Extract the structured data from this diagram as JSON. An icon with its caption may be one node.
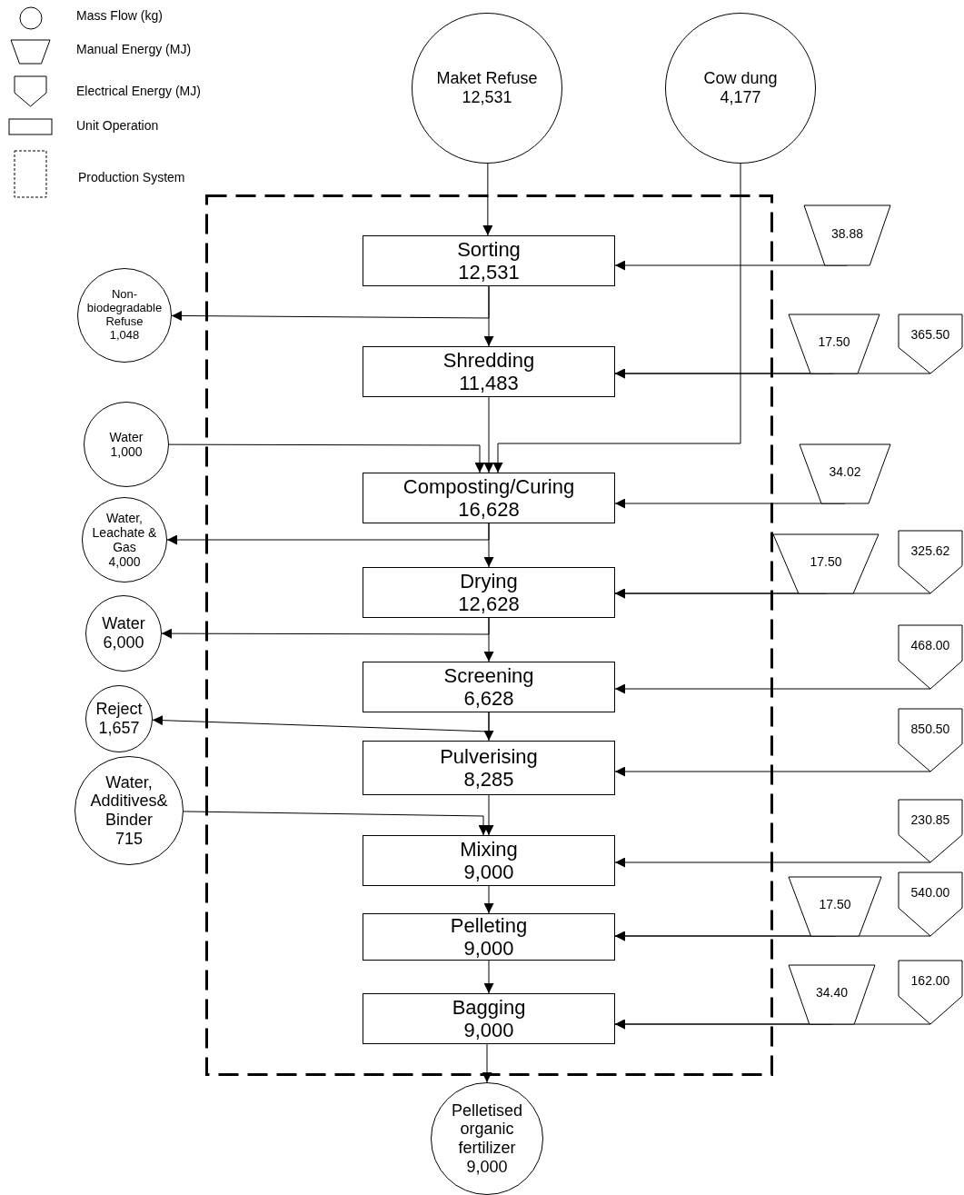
{
  "diagram": {
    "nodes": [
      {
        "text": [
          "Maket Refuse",
          "12,531"
        ]
      },
      {
        "text": [
          "Cow dung",
          "4,177"
        ]
      },
      {
        "text": [],
        "shape": "box"
      },
      {
        "text": [
          "Sorting",
          "12,531"
        ],
        "in": 2
      },
      {
        "text": [
          "Shredding",
          "11,483"
        ],
        "in": 2
      },
      {
        "text": [
          "Composting/Curing",
          "16,628"
        ],
        "in": 2
      },
      {
        "text": [
          "Drying",
          "12,628"
        ],
        "in": 2
      },
      {
        "text": [
          "Screening",
          "6,628"
        ],
        "in": 2
      },
      {
        "text": [
          "Pulverising",
          "8,285"
        ],
        "in": 2
      },
      {
        "text": [
          "Mixing",
          "9,000"
        ],
        "in": 2
      },
      {
        "text": [
          "Pelleting",
          "9,000"
        ],
        "in": 2
      },
      {
        "text": [
          "Bagging",
          "9,000"
        ],
        "in": 2
      },
      {
        "text": [
          "Non-biodegradable Refuse",
          "1,048"
        ]
      },
      {
        "text": [
          "Water",
          "1,000"
        ]
      },
      {
        "text": [
          "Water, Leachate & Gas",
          "4,000"
        ]
      },
      {
        "text": [
          "Water",
          "6,000"
        ]
      },
      {
        "text": [
          "Reject",
          "1,657"
        ]
      },
      {
        "text": [
          "Water, Additives& Binder",
          "715"
        ]
      },
      {
        "text": [
          "Pelletised organic fertilizer",
          "9,000"
        ]
      },
      {
        "text": [
          "38.88"
        ]
      },
      {
        "text": [
          "17.50"
        ]
      },
      {
        "text": [
          "365.50"
        ]
      },
      {
        "text": [
          "34.02"
        ]
      },
      {
        "text": [
          "17.50"
        ]
      },
      {
        "text": [
          "325.62"
        ]
      },
      {
        "text": [
          "468.00"
        ]
      },
      {
        "text": [
          "850.50"
        ]
      },
      {
        "text": [
          "230.85"
        ]
      },
      {
        "text": [
          "17.50"
        ]
      },
      {
        "text": [
          "540.00"
        ]
      },
      {
        "text": [
          "34.40"
        ]
      },
      {
        "text": [
          "162.00"
        ]
      }
    ],
    "edges": [
      {
        "from": 0,
        "to": 3,
        "arrow": "to"
      },
      {
        "from": 3,
        "to": 4,
        "arrow": "to"
      },
      {
        "from": 3,
        "to": 12,
        "arrow": "to"
      },
      {
        "from": 4,
        "to": 5,
        "arrow": "to"
      },
      {
        "from": 1,
        "to": 5,
        "arrow": "to"
      },
      {
        "from": 13,
        "to": 5,
        "arrow": "to"
      },
      {
        "from": 5,
        "to": 6,
        "arrow": "to"
      },
      {
        "from": 5,
        "to": 14,
        "arrow": "to"
      },
      {
        "from": 6,
        "to": 7,
        "arrow": "to"
      },
      {
        "from": 6,
        "to": 15,
        "arrow": "to"
      },
      {
        "from": 7,
        "to": 8,
        "arrow": "to"
      },
      {
        "from": 7,
        "to": 16,
        "arrow": "to"
      },
      {
        "from": 8,
        "to": 9,
        "arrow": "to"
      },
      {
        "from": 17,
        "to": 9,
        "arrow": "to"
      },
      {
        "from": 9,
        "to": 10,
        "arrow": "to"
      },
      {
        "from": 10,
        "to": 11,
        "arrow": "to"
      },
      {
        "from": 11,
        "to": 18,
        "arrow": "to"
      },
      {
        "from": 19,
        "to": 3,
        "arrow": "to"
      },
      {
        "from": 20,
        "to": 4,
        "arrow": "to"
      },
      {
        "from": 21,
        "to": 4,
        "arrow": "to"
      },
      {
        "from": 22,
        "to": 5,
        "arrow": "to"
      },
      {
        "from": 23,
        "to": 6,
        "arrow": "to"
      },
      {
        "from": 24,
        "to": 6,
        "arrow": "to"
      },
      {
        "from": 25,
        "to": 7,
        "arrow": "to"
      },
      {
        "from": 26,
        "to": 8,
        "arrow": "to"
      },
      {
        "from": 27,
        "to": 9,
        "arrow": "to"
      },
      {
        "from": 28,
        "to": 10,
        "arrow": "to"
      },
      {
        "from": 29,
        "to": 10,
        "arrow": "to"
      },
      {
        "from": 30,
        "to": 11,
        "arrow": "to"
      },
      {
        "from": 31,
        "to": 11,
        "arrow": "to"
      }
    ],
    "legend": [
      {
        "text": "Mass Flow (kg)"
      },
      {
        "text": "Manual Energy (MJ)"
      },
      {
        "text": "Electrical Energy (MJ)"
      },
      {
        "text": "Unit Operation"
      },
      {
        "text": "Production System"
      }
    ]
  }
}
